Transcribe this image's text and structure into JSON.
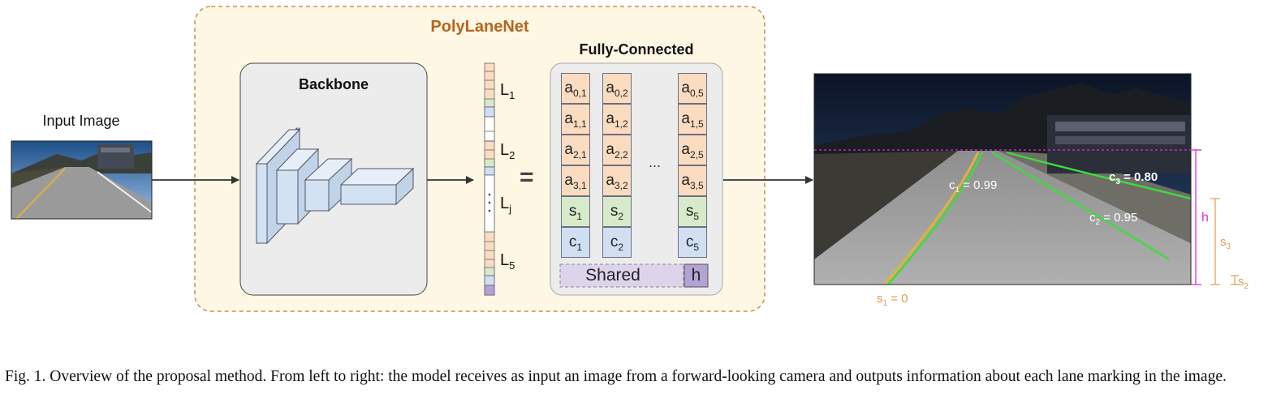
{
  "title": "PolyLaneNet",
  "input_label": "Input Image",
  "backbone_label": "Backbone",
  "fc_label": "Fully-Connected",
  "lane_labels": [
    {
      "base": "L",
      "sub": "1"
    },
    {
      "base": "L",
      "sub": "2"
    },
    {
      "base": "L",
      "sub": "j"
    },
    {
      "base": "L",
      "sub": "5"
    }
  ],
  "equals": "=",
  "ellipsis": "...",
  "columns": [
    {
      "cells": [
        {
          "base": "a",
          "sub": "0,1"
        },
        {
          "base": "a",
          "sub": "1,1"
        },
        {
          "base": "a",
          "sub": "2,1"
        },
        {
          "base": "a",
          "sub": "3,1"
        },
        {
          "base": "s",
          "sub": "1"
        },
        {
          "base": "c",
          "sub": "1"
        }
      ]
    },
    {
      "cells": [
        {
          "base": "a",
          "sub": "0,2"
        },
        {
          "base": "a",
          "sub": "1,2"
        },
        {
          "base": "a",
          "sub": "2,2"
        },
        {
          "base": "a",
          "sub": "3,2"
        },
        {
          "base": "s",
          "sub": "2"
        },
        {
          "base": "c",
          "sub": "2"
        }
      ]
    },
    {
      "cells": [
        {
          "base": "a",
          "sub": "0,5"
        },
        {
          "base": "a",
          "sub": "1,5"
        },
        {
          "base": "a",
          "sub": "2,5"
        },
        {
          "base": "a",
          "sub": "3,5"
        },
        {
          "base": "s",
          "sub": "5"
        },
        {
          "base": "c",
          "sub": "5"
        }
      ]
    }
  ],
  "shared_label": "Shared",
  "shared_h": "h",
  "annotations": {
    "c1": {
      "base": "c",
      "sub": "1",
      "rest": " = 0.99"
    },
    "c2": {
      "base": "c",
      "sub": "2",
      "rest": " = 0.95"
    },
    "c3": {
      "base": "c",
      "sub": "3",
      "rest": " = 0.80"
    },
    "s1": {
      "base": "s",
      "sub": "1",
      "rest": " = 0"
    },
    "s2": {
      "base": "s",
      "sub": "2"
    },
    "s3": {
      "base": "s",
      "sub": "3"
    },
    "h": "h"
  },
  "caption": "Fig. 1.  Overview of the proposal method. From left to right: the model receives as input an image from a forward-looking camera and outputs information about each lane marking in the image.",
  "colors": {
    "title": "#b5651d",
    "dashed_border": "#c8924a",
    "outer_fill": "#fdf7e4",
    "block_fill": "#ececec",
    "cube_fill": "#d3e2f3",
    "coef_fill": "#fbdcc0",
    "s_fill": "#d7eac9",
    "c_fill": "#d0e0f2",
    "shared_fill": "#ddd4ec",
    "h_fill": "#b2a3d4",
    "annot_orange": "#e09b52",
    "magenta": "#e02ad8",
    "lane_green": "#3ddc3d"
  }
}
